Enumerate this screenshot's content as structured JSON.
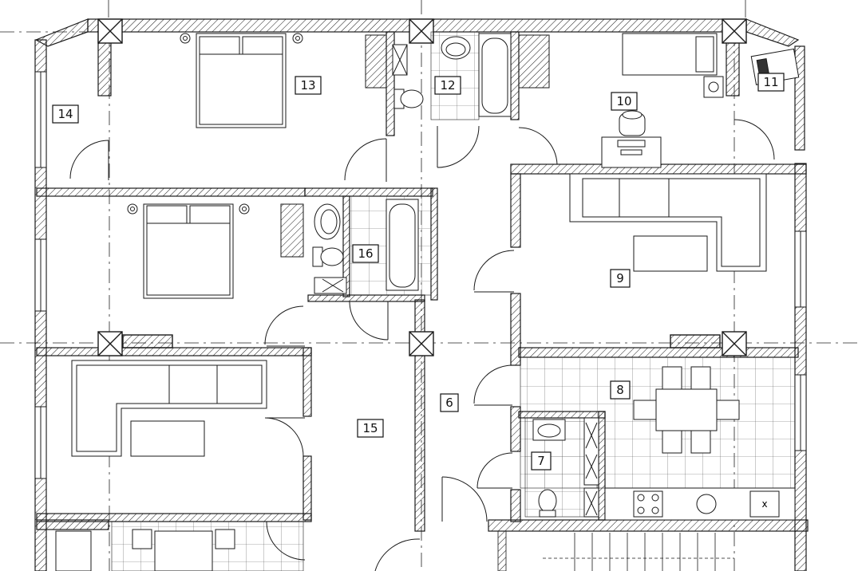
{
  "title": "",
  "colors": {
    "line": "#1a1a1a",
    "wall_fill": "#ffffff",
    "hatch": "#1a1a1a",
    "paper": "#ffffff"
  },
  "rooms": [
    {
      "id": "room-6",
      "number": "6"
    },
    {
      "id": "room-7",
      "number": "7"
    },
    {
      "id": "room-8",
      "number": "8"
    },
    {
      "id": "room-9",
      "number": "9"
    },
    {
      "id": "room-10",
      "number": "10"
    },
    {
      "id": "room-11",
      "number": "11"
    },
    {
      "id": "room-12",
      "number": "12"
    },
    {
      "id": "room-13",
      "number": "13"
    },
    {
      "id": "room-14",
      "number": "14"
    },
    {
      "id": "room-15",
      "number": "15"
    },
    {
      "id": "room-16",
      "number": "16"
    }
  ],
  "fixtures": {
    "stove_mark": "x"
  }
}
